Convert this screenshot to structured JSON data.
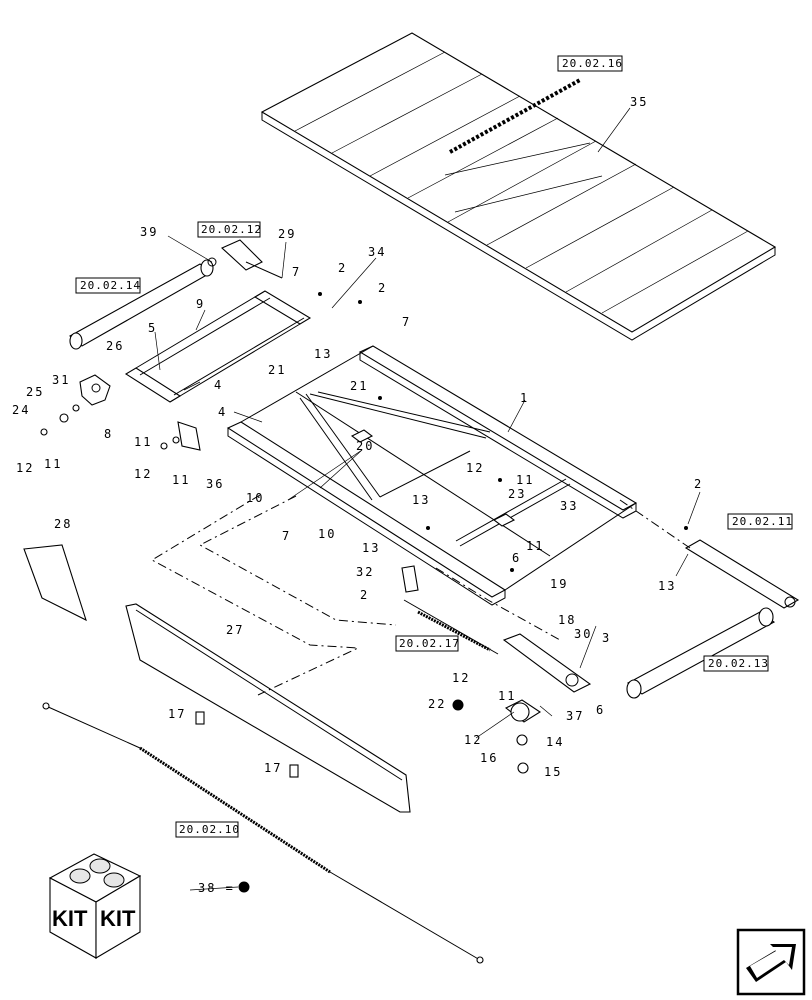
{
  "callouts": {
    "c1": "1",
    "c2a": "2",
    "c2b": "2",
    "c2c": "2",
    "c2d": "2",
    "c3": "3",
    "c4a": "4",
    "c4b": "4",
    "c5": "5",
    "c6a": "6",
    "c6b": "6",
    "c7a": "7",
    "c7b": "7",
    "c7c": "7",
    "c8": "8",
    "c9": "9",
    "c10a": "10",
    "c10b": "10",
    "c11a": "11",
    "c11b": "11",
    "c11c": "11",
    "c11d": "11",
    "c11e": "11",
    "c11f": "11",
    "c12a": "12",
    "c12b": "12",
    "c12c": "12",
    "c12d": "12",
    "c12e": "12",
    "c13a": "13",
    "c13b": "13",
    "c13c": "13",
    "c13d": "13",
    "c14": "14",
    "c15": "15",
    "c16": "16",
    "c17a": "17",
    "c17b": "17",
    "c18": "18",
    "c19": "19",
    "c20": "20",
    "c21a": "21",
    "c21b": "21",
    "c22": "22",
    "c23": "23",
    "c24": "24",
    "c25": "25",
    "c26": "26",
    "c27": "27",
    "c28": "28",
    "c29": "29",
    "c30": "30",
    "c31": "31",
    "c32": "32",
    "c33": "33",
    "c34": "34",
    "c35": "35",
    "c36": "36",
    "c37": "37",
    "c38": "38 =",
    "c39": "39"
  },
  "references": {
    "r_20_02_16": "20.02.16",
    "r_20_02_12": "20.02.12",
    "r_20_02_14": "20.02.14",
    "r_20_02_11": "20.02.11",
    "r_20_02_17": "20.02.17",
    "r_20_02_13": "20.02.13",
    "r_20_02_10": "20.02.10"
  },
  "kit": {
    "label_left": "KIT",
    "label_right": "KIT"
  },
  "icons": {
    "kit_marker": "filled-circle-icon",
    "nav": "next-page-arrow-icon"
  },
  "colors": {
    "line": "#000000",
    "background": "#ffffff",
    "part_fill": "#e6e6e6"
  }
}
